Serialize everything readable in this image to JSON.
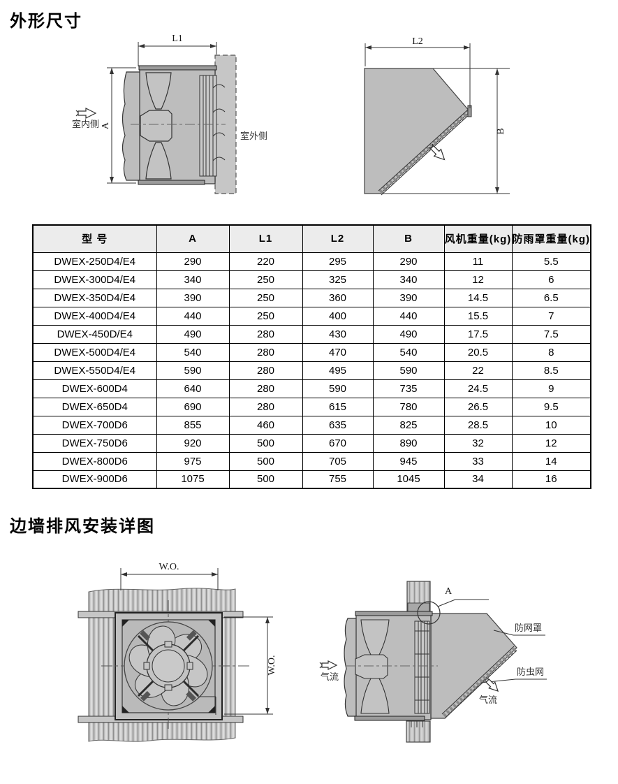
{
  "titles": {
    "dimensions_section": "外形尺寸",
    "installation_section": "边墙排风安装详图"
  },
  "outline_drawing": {
    "fan_side_view": {
      "dim_l1": "L1",
      "dim_a": "A",
      "indoor_label": "室内侧",
      "outdoor_label": "室外侧"
    },
    "rain_hood_view": {
      "dim_l2": "L2",
      "dim_b": "B"
    }
  },
  "dimensions_table": {
    "columns": [
      "型 号",
      "A",
      "L1",
      "L2",
      "B",
      "风机重量(kg)",
      "防雨罩重量(kg)"
    ],
    "rows": [
      [
        "DWEX-250D4/E4",
        "290",
        "220",
        "295",
        "290",
        "11",
        "5.5"
      ],
      [
        "DWEX-300D4/E4",
        "340",
        "250",
        "325",
        "340",
        "12",
        "6"
      ],
      [
        "DWEX-350D4/E4",
        "390",
        "250",
        "360",
        "390",
        "14.5",
        "6.5"
      ],
      [
        "DWEX-400D4/E4",
        "440",
        "250",
        "400",
        "440",
        "15.5",
        "7"
      ],
      [
        "DWEX-450D/E4",
        "490",
        "280",
        "430",
        "490",
        "17.5",
        "7.5"
      ],
      [
        "DWEX-500D4/E4",
        "540",
        "280",
        "470",
        "540",
        "20.5",
        "8"
      ],
      [
        "DWEX-550D4/E4",
        "590",
        "280",
        "495",
        "590",
        "22",
        "8.5"
      ],
      [
        "DWEX-600D4",
        "640",
        "280",
        "590",
        "735",
        "24.5",
        "9"
      ],
      [
        "DWEX-650D4",
        "690",
        "280",
        "615",
        "780",
        "26.5",
        "9.5"
      ],
      [
        "DWEX-700D6",
        "855",
        "460",
        "635",
        "825",
        "28.5",
        "10"
      ],
      [
        "DWEX-750D6",
        "920",
        "500",
        "670",
        "890",
        "32",
        "12"
      ],
      [
        "DWEX-800D6",
        "975",
        "500",
        "705",
        "945",
        "33",
        "14"
      ],
      [
        "DWEX-900D6",
        "1075",
        "500",
        "755",
        "1045",
        "34",
        "16"
      ]
    ]
  },
  "installation_drawing": {
    "front_view": {
      "dim_wo_horizontal": "W.O.",
      "dim_wo_vertical": "W.O."
    },
    "side_view": {
      "detail_callout": "A",
      "hood_label": "防网罩",
      "insect_screen_label": "防虫网",
      "airflow_in_label": "气流",
      "airflow_out_label": "气流"
    }
  },
  "colors": {
    "diagram_fill": "#bdbdbd",
    "wall_fill": "#c9c9c9",
    "table_header_bg": "#ececec",
    "line": "#333333"
  }
}
